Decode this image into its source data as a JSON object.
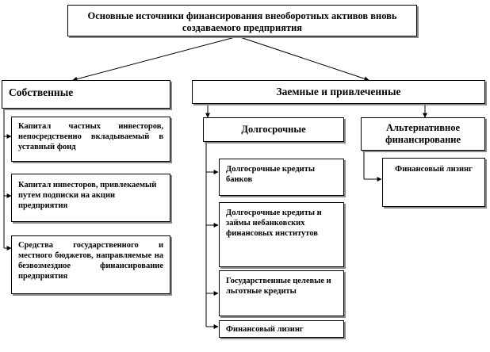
{
  "diagram": {
    "root": "Основные источники финансирования внеоборотных активов вновь создаваемого предприятия",
    "own": {
      "title": "Собственные",
      "items": [
        "Капитал частных инвесторов, непосредственно вкладываемый в уставный фонд",
        "Капитал инвесторов, привлекаемый путем подписки на акции предприятия",
        "Средства государственного и местного бюджетов, направляемые на безвозмездное финансирование предприятия"
      ]
    },
    "borrowed": {
      "title": "Заемные и привлеченные",
      "long_term": {
        "title": "Долгосрочные",
        "items": [
          "Долгосрочные кредиты банков",
          "Долгосрочные кредиты и займы небанковских финансовых институтов",
          "Государственные целевые и льготные кредиты",
          "Финансовый лизинг"
        ]
      },
      "alternative": {
        "title": "Альтернативное финансирование",
        "items": [
          "Финансовый лизинг"
        ]
      }
    }
  }
}
